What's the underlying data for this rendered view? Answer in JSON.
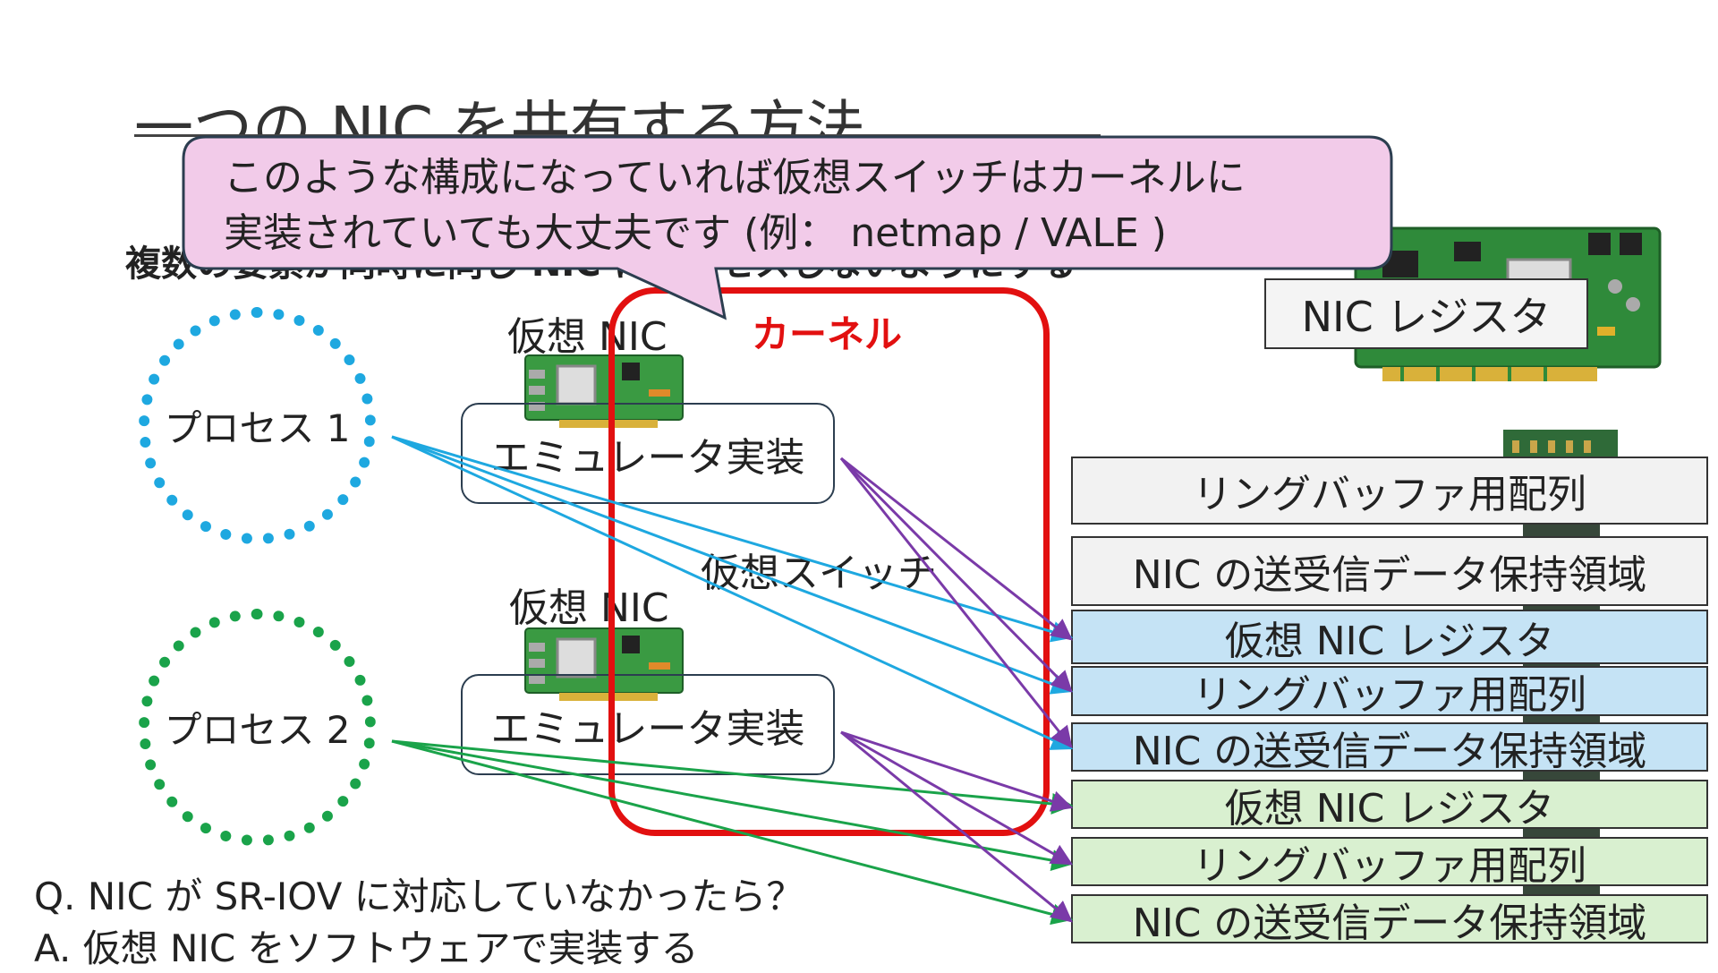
{
  "slide": {
    "title": "一つの NIC を共有する方法",
    "subtitle": "複数の要素が同時に同じ NIC にアクセスしないようにする"
  },
  "processes": [
    {
      "label": "プロセス 1",
      "color": "#1ea8e0"
    },
    {
      "label": "プロセス 2",
      "color": "#1aa34a"
    }
  ],
  "virtual_nics": [
    {
      "label": "仮想 NIC",
      "emulator": "エミュレータ実装"
    },
    {
      "label": "仮想 NIC",
      "emulator": "エミュレータ実装"
    }
  ],
  "kernel": {
    "label": "カーネル",
    "color": "#e21010"
  },
  "virtual_switch": {
    "label": "仮想スイッチ"
  },
  "nic_register": {
    "label": "NIC レジスタ"
  },
  "memory_regions": [
    {
      "label": "リングバッファ用配列",
      "color": "#f2f2f2"
    },
    {
      "label": "NIC の送受信データ保持領域",
      "color": "#f2f2f2"
    },
    {
      "label": "仮想 NIC レジスタ",
      "color": "#c5e3f5"
    },
    {
      "label": "リングバッファ用配列",
      "color": "#c5e3f5"
    },
    {
      "label": "NIC の送受信データ保持領域",
      "color": "#c5e3f5"
    },
    {
      "label": "仮想 NIC レジスタ",
      "color": "#d9f0d0"
    },
    {
      "label": "リングバッファ用配列",
      "color": "#d9f0d0"
    },
    {
      "label": "NIC の送受信データ保持領域",
      "color": "#d9f0d0"
    }
  ],
  "callout": {
    "line1": "このような構成になっていれば仮想スイッチはカーネルに",
    "line2": "実装されていても大丈夫です (例： netmap / VALE )",
    "fill": "#f2cbe9"
  },
  "qa": {
    "question": "Q. NIC が SR-IOV に対応していなかったら？",
    "answer": "A. 仮想 NIC をソフトウェアで実装する"
  },
  "arrow_colors": {
    "process1": "#1ea8e0",
    "process2": "#1aa34a",
    "emulator": "#7a3aa8"
  }
}
